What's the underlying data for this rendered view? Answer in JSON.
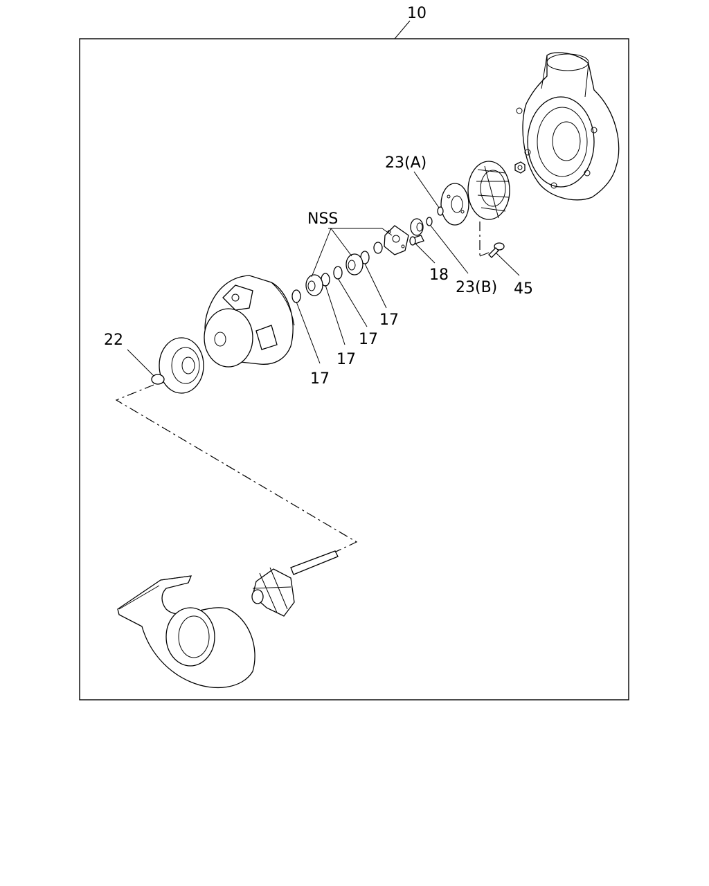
{
  "callouts": {
    "assembly": "10",
    "nss": "NSS",
    "o_ring_22": "22",
    "seal_17_a": "17",
    "seal_17_b": "17",
    "seal_17_c": "17",
    "seal_17_d": "17",
    "screw_18": "18",
    "o_ring_23a": "23(A)",
    "o_ring_23b": "23(B)",
    "bolt_45": "45"
  }
}
